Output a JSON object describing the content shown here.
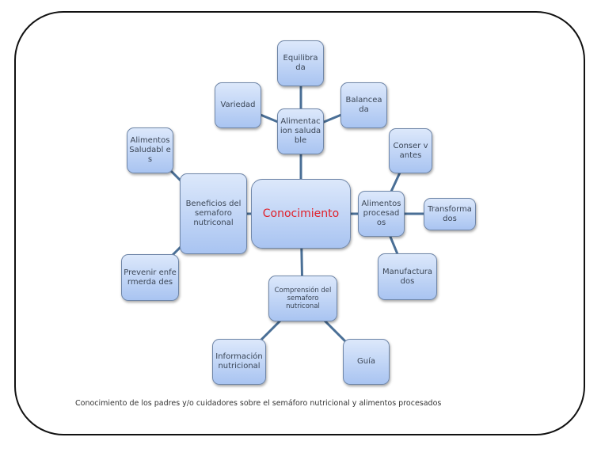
{
  "diagram": {
    "center": "Conocimiento",
    "nodes": {
      "equilibrada": "Equilibra da",
      "variedad": "Variedad",
      "balanceada": "Balancea da",
      "alimentacion": "Alimentac ion saludable",
      "alimentos_saludables": "Alimentos Saludabl es",
      "conservantes": "Conser vantes",
      "beneficios": "Beneficios del semaforo nutriconal",
      "procesados": "Alimentos procesad os",
      "transformados": "Transforma dos",
      "prevenir": "Prevenir enfermerda des",
      "manufacturados": "Manufactura dos",
      "comprension": "Comprensión del semaforo nutriconal",
      "informacion": "Información nutricional",
      "guia": "Guía"
    },
    "caption": "Conocimiento de los padres y/o cuidadores sobre el semáforo nutricional y alimentos procesados",
    "colors": {
      "line": "#4a6f96",
      "center_text": "#e0202a",
      "node_fill": "#b9cff3"
    }
  }
}
